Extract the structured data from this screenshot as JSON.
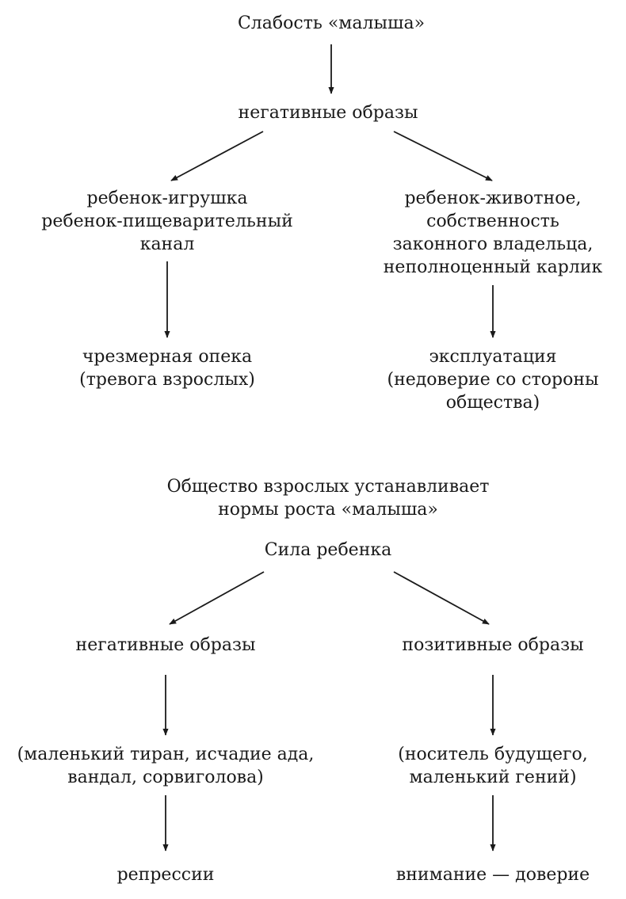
{
  "top": {
    "root": [
      "Слабость «малыша»"
    ],
    "mid": [
      "негативные образы"
    ],
    "left_branch": {
      "images": [
        "ребенок-игрушка",
        "ребенок-пищеварительный",
        "канал"
      ],
      "result": [
        "чрезмерная опека",
        "(тревога взрослых)"
      ]
    },
    "right_branch": {
      "images": [
        "ребенок-животное,",
        "собственность",
        "законного владельца,",
        "неполноценный карлик"
      ],
      "result": [
        "эксплуатация",
        "(недоверие со стороны",
        "общества)"
      ]
    }
  },
  "bottom": {
    "statement": [
      "Общество взрослых устанавливает",
      "нормы роста «малыша»"
    ],
    "root": [
      "Сила ребенка"
    ],
    "left_branch": {
      "label": [
        "негативные образы"
      ],
      "images": [
        "(маленький тиран, исчадие ада,",
        "вандал, сорвиголова)"
      ],
      "result": [
        "репрессии"
      ]
    },
    "right_branch": {
      "label": [
        "позитивные образы"
      ],
      "images": [
        "(носитель будущего,",
        "маленький гений)"
      ],
      "result": [
        "внимание — доверие"
      ]
    }
  }
}
